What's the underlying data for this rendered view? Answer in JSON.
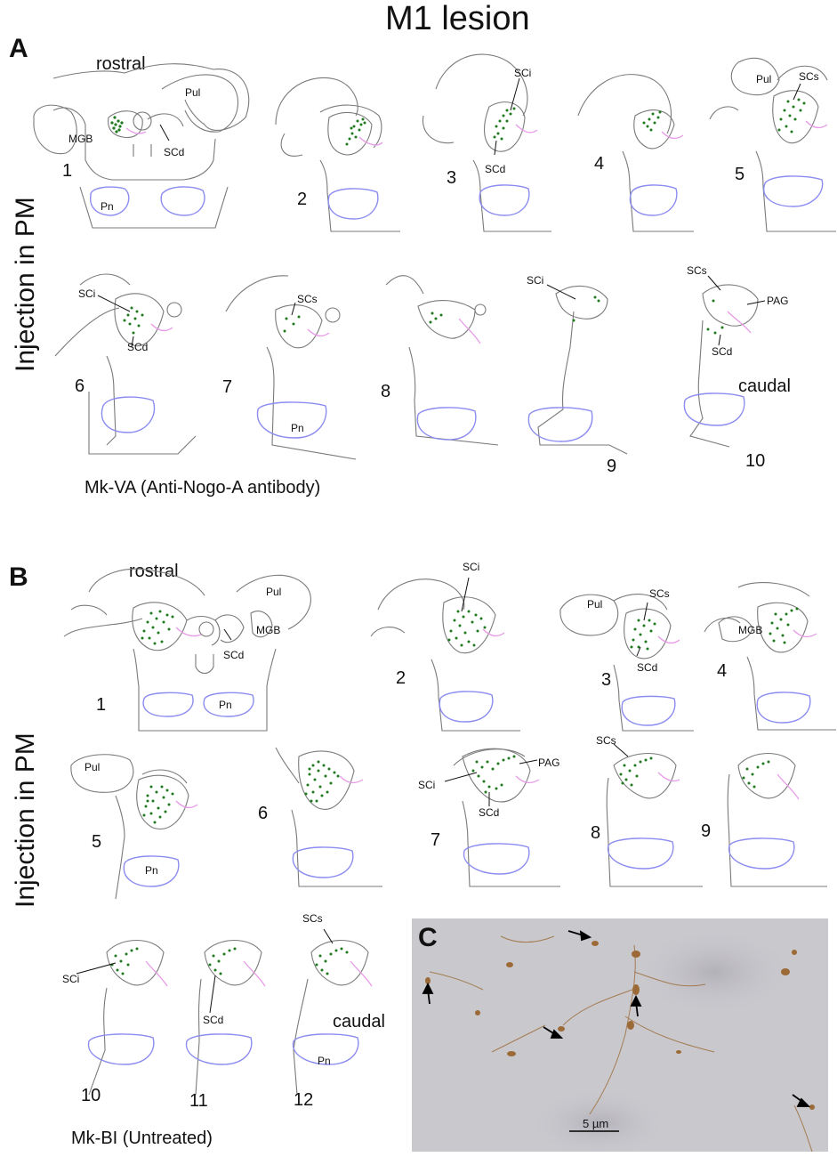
{
  "title": "M1 lesion",
  "panelA": {
    "letter": "A",
    "side_label": "Injection in PM",
    "subject": "Mk-VA (Anti-Nogo-A antibody)",
    "rostral": "rostral",
    "caudal": "caudal",
    "sections": [
      "1",
      "2",
      "3",
      "4",
      "5",
      "6",
      "7",
      "8",
      "9",
      "10"
    ],
    "labels": {
      "s1_mgb": "MGB",
      "s1_pul": "Pul",
      "s1_scd": "SCd",
      "s1_pn": "Pn",
      "s3_sci": "SCi",
      "s3_scd": "SCd",
      "s5_pul": "Pul",
      "s5_scs": "SCs",
      "s6_sci": "SCi",
      "s6_scd": "SCd",
      "s7_scs": "SCs",
      "s7_pn": "Pn",
      "s9_sci": "SCi",
      "s10_scs": "SCs",
      "s10_pag": "PAG",
      "s10_scd": "SCd"
    }
  },
  "panelB": {
    "letter": "B",
    "side_label": "Injection in PM",
    "subject": "Mk-BI (Untreated)",
    "rostral": "rostral",
    "caudal": "caudal",
    "sections": [
      "1",
      "2",
      "3",
      "4",
      "5",
      "6",
      "7",
      "8",
      "9",
      "10",
      "11",
      "12"
    ],
    "labels": {
      "s1_pul": "Pul",
      "s1_mgb": "MGB",
      "s1_scd": "SCd",
      "s1_pn": "Pn",
      "s2_sci": "SCi",
      "s3_pul": "Pul",
      "s3_scs": "SCs",
      "s3_scd": "SCd",
      "s4_mgb": "MGB",
      "s5_pul": "Pul",
      "s5_pn": "Pn",
      "s7_pag": "PAG",
      "s7_sci": "SCi",
      "s7_scd": "SCd",
      "s8_scs": "SCs",
      "s10_sci": "SCi",
      "s11_scd": "SCd",
      "s12_scs": "SCs",
      "s12_pn": "Pn"
    }
  },
  "panelC": {
    "letter": "C",
    "scale_bar": "5 µm"
  },
  "colors": {
    "outline": "#7a7a7a",
    "labeled_cells": "#1f7a1f",
    "pontine_nuclei": "#8c8cf0",
    "pag_border": "#e89be8",
    "photo_background": "#c9c8cd",
    "stain": "#9b6a36"
  }
}
